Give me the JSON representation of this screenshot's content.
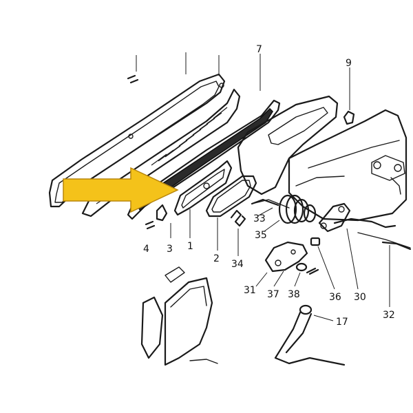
{
  "callouts": {
    "c1": "1",
    "c2": "2",
    "c3": "3",
    "c4": "4",
    "c7": "7",
    "c9": "9",
    "c17": "17",
    "c30": "30",
    "c31": "31",
    "c32": "32",
    "c33": "33",
    "c34": "34",
    "c35": "35",
    "c36": "36",
    "c37": "37",
    "c38": "38"
  },
  "colors": {
    "arrow": "#f4c21a",
    "line": "#1a1a1a",
    "background": "#ffffff"
  }
}
